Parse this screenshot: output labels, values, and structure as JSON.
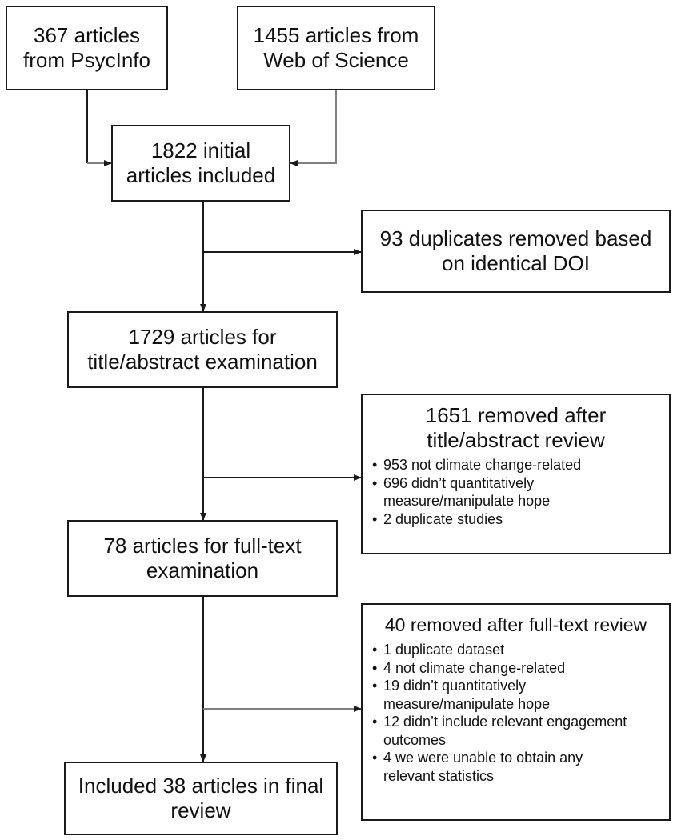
{
  "boxes": {
    "psycinfo": {
      "lines": [
        "367 articles",
        "from PsycInfo"
      ]
    },
    "web_of_science": {
      "lines": [
        "1455 articles from",
        "Web of Science"
      ]
    },
    "initial": {
      "lines": [
        "1822 initial",
        "articles included"
      ]
    },
    "duplicates": {
      "lines": [
        "93 duplicates removed based",
        "on identical DOI"
      ]
    },
    "title_abstract": {
      "lines": [
        "1729 articles for",
        "title/abstract examination"
      ]
    },
    "removed_title_abstract": {
      "title_lines": [
        "1651 removed after",
        "title/abstract review"
      ],
      "items": [
        {
          "lines": [
            "953 not climate change-related"
          ]
        },
        {
          "lines": [
            "696 didn’t quantitatively",
            "measure/manipulate hope"
          ]
        },
        {
          "lines": [
            "2 duplicate studies"
          ]
        }
      ]
    },
    "full_text": {
      "lines": [
        "78 articles for full-text",
        "examination"
      ]
    },
    "removed_full_text": {
      "title_lines": [
        "40 removed after full-text review"
      ],
      "items": [
        {
          "lines": [
            "1 duplicate dataset"
          ]
        },
        {
          "lines": [
            "4 not climate change-related"
          ]
        },
        {
          "lines": [
            "19 didn’t quantitatively",
            "measure/manipulate hope"
          ]
        },
        {
          "lines": [
            "12 didn’t include relevant engagement",
            "outcomes"
          ]
        },
        {
          "lines": [
            "4 we were unable to obtain any",
            "relevant statistics"
          ]
        }
      ]
    },
    "final": {
      "lines": [
        "Included 38 articles in final",
        "review"
      ]
    }
  },
  "colors": {
    "box_border": "#1a1a1a",
    "connector_dark": "#1a1a1a",
    "connector_gray": "#808080"
  }
}
